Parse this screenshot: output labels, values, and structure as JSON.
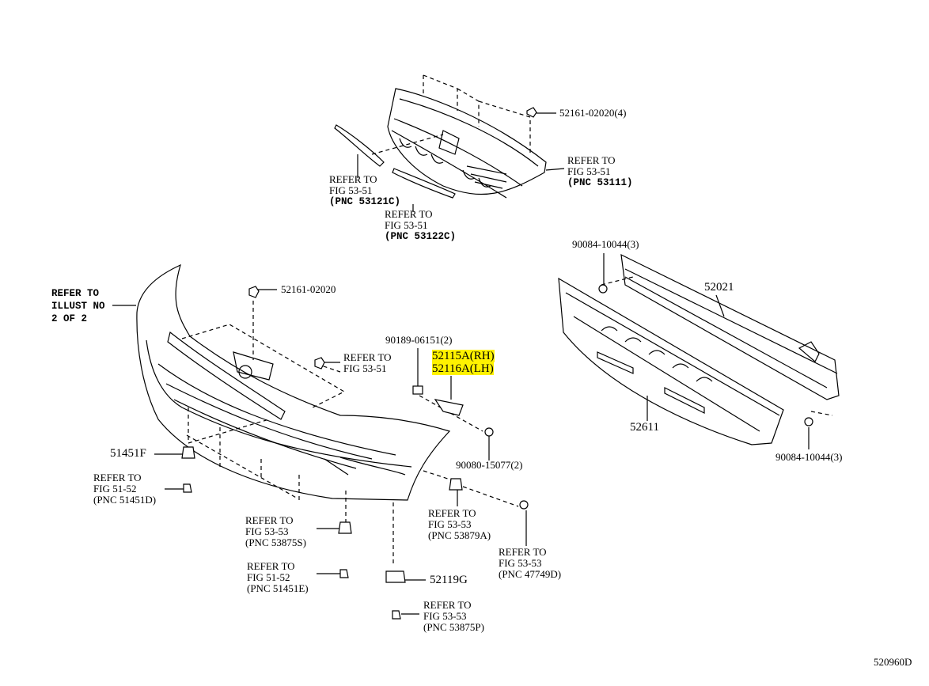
{
  "figure_code": "520960D",
  "highlight_color": "#fff200",
  "labels": {
    "grille_clip": "52161-02020(4)",
    "grille_ref": [
      "REFER TO",
      "FIG 53-51",
      "(PNC 53111)"
    ],
    "upper_molding_ref": [
      "REFER TO",
      "FIG 53-51",
      "(PNC 53121C)"
    ],
    "lower_molding_ref": [
      "REFER TO",
      "FIG 53-51",
      "(PNC 53122C)"
    ],
    "reinf_bolt_top": "90084-10044(3)",
    "reinforcement": "52021",
    "illust_ref": [
      "REFER TO",
      "ILLUST NO",
      "2 OF 2"
    ],
    "bumper_clip": "52161-02020",
    "emblem_ref": [
      "REFER TO",
      "FIG 53-51"
    ],
    "nut": "90189-06151(2)",
    "retainer_rh": "52115A(RH)",
    "retainer_lh": "52116A(LH)",
    "absorber": "52611",
    "reinf_bolt_bottom": "90084-10044(3)",
    "part_51451F": "51451F",
    "screw": "90080-15077(2)",
    "ref_51451D": [
      "REFER TO",
      "FIG 51-52",
      "(PNC 51451D)"
    ],
    "ref_53879A": [
      "REFER TO",
      "FIG 53-53",
      "(PNC 53879A)"
    ],
    "ref_53875S": [
      "REFER TO",
      "FIG 53-53",
      "(PNC 53875S)"
    ],
    "ref_47749D": [
      "REFER TO",
      "FIG 53-53",
      "(PNC 47749D)"
    ],
    "ref_51451E": [
      "REFER TO",
      "FIG 51-52",
      "(PNC 51451E)"
    ],
    "part_52119G": "52119G",
    "ref_53875P": [
      "REFER TO",
      "FIG 53-53",
      "(PNC 53875P)"
    ]
  }
}
